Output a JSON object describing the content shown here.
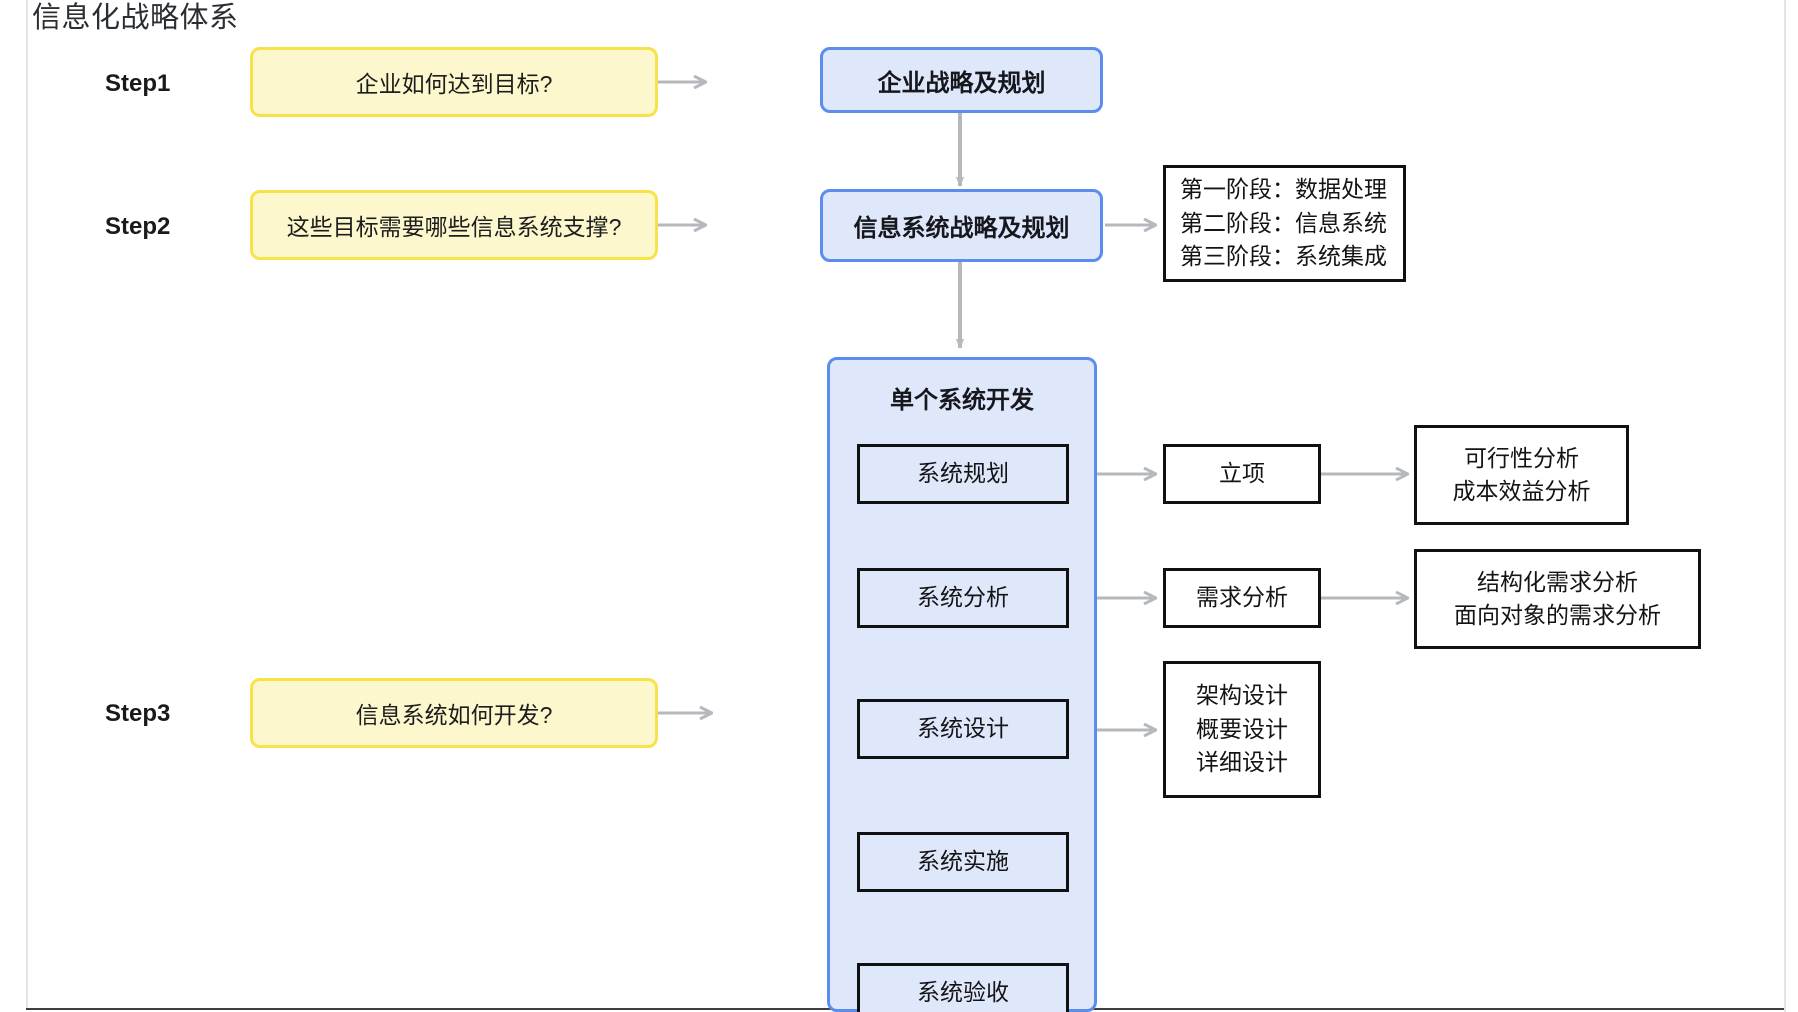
{
  "diagram": {
    "title": "信息化战略体系",
    "type": "flowchart",
    "accent_blue_border": "#5b8def",
    "accent_blue_fill": "#dfe7fb",
    "accent_yellow_border": "#f7e248",
    "accent_yellow_fill": "#fcf7cd",
    "arrow_color": "#b5b8bd",
    "box_outline": "#111111"
  },
  "steps": [
    {
      "label": "Step1",
      "question": "企业如何达到目标?"
    },
    {
      "label": "Step2",
      "question": "这些目标需要哪些信息系统支撑?"
    },
    {
      "label": "Step3",
      "question": "信息系统如何开发?"
    }
  ],
  "main_nodes": [
    {
      "label": "企业战略及规划"
    },
    {
      "label": "信息系统战略及规划"
    }
  ],
  "container": {
    "title": "单个系统开发",
    "phases": [
      {
        "label": "系统规划"
      },
      {
        "label": "系统分析"
      },
      {
        "label": "系统设计"
      },
      {
        "label": "系统实施"
      },
      {
        "label": "系统验收"
      }
    ]
  },
  "stage_note": {
    "lines": [
      "第一阶段：数据处理",
      "第二阶段：信息系统",
      "第三阶段：系统集成"
    ]
  },
  "detail_level1": [
    {
      "label": "立项"
    },
    {
      "label": "需求分析"
    },
    {
      "label": "架构设计\n概要设计\n详细设计",
      "lines": [
        "架构设计",
        "概要设计",
        "详细设计"
      ]
    }
  ],
  "detail_level2": [
    {
      "lines": [
        "可行性分析",
        "成本效益分析"
      ]
    },
    {
      "lines": [
        "结构化需求分析",
        "面向对象的需求分析"
      ]
    }
  ]
}
